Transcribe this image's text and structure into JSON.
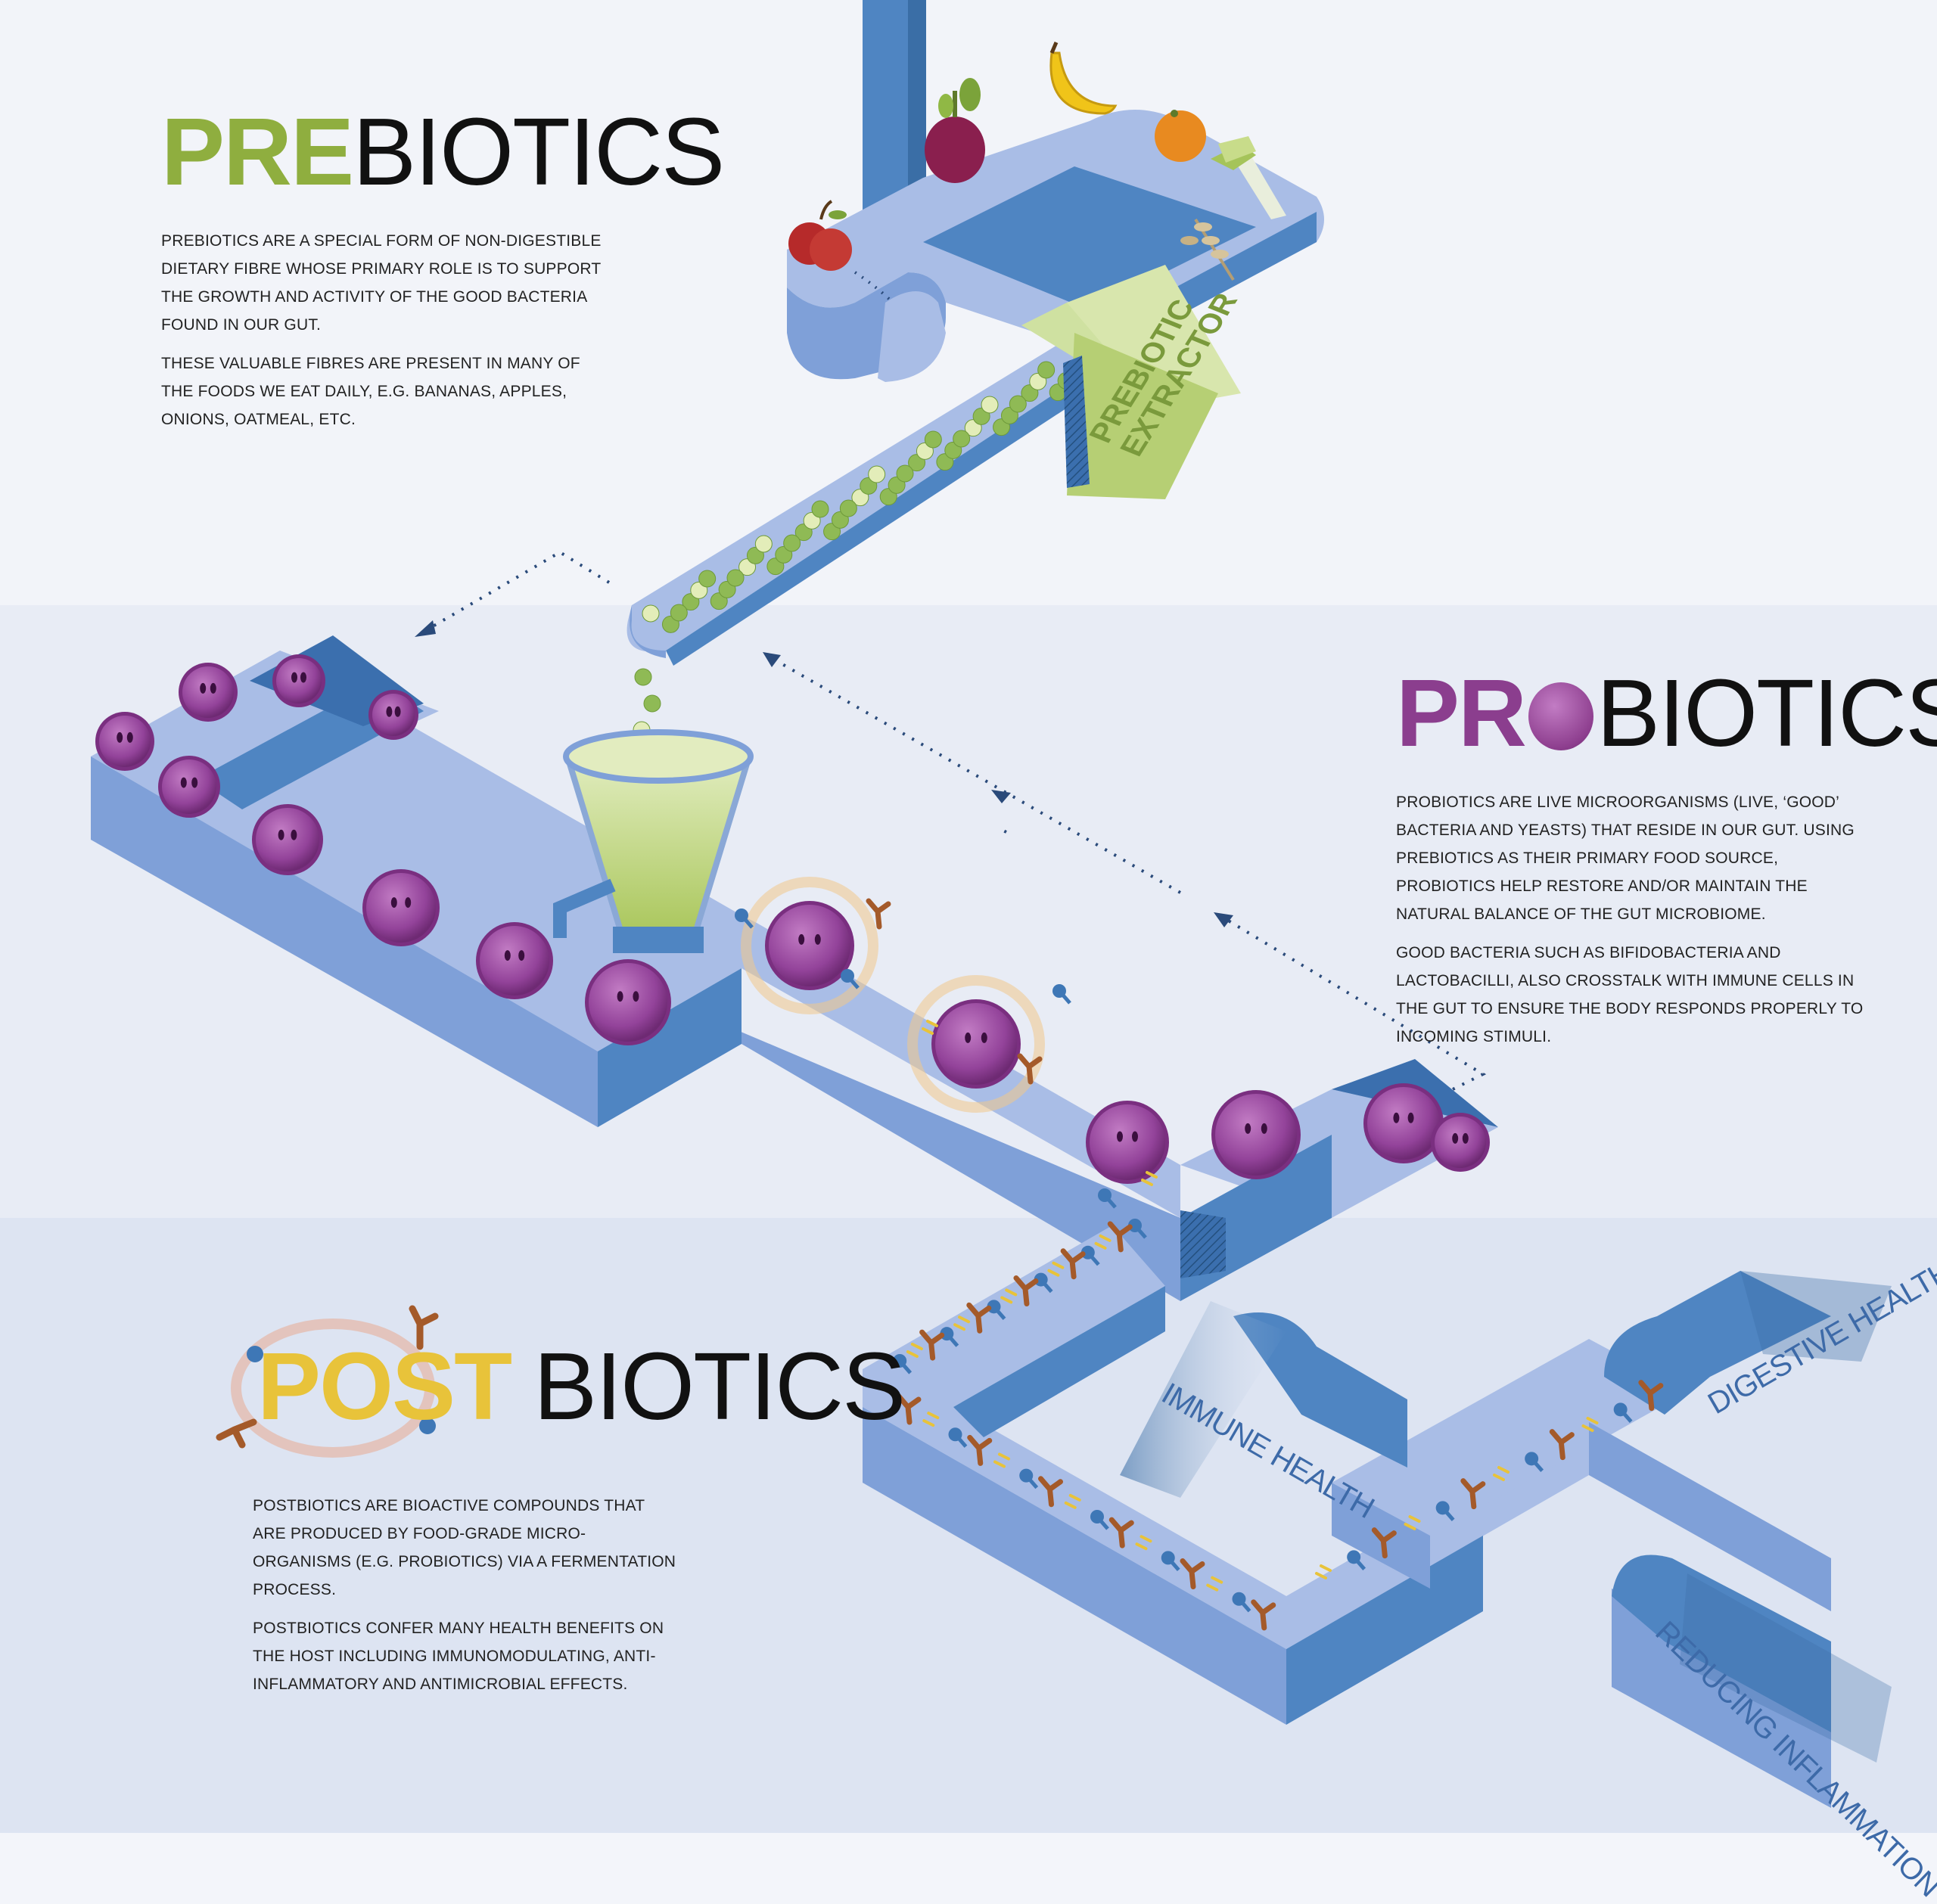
{
  "prebiotics": {
    "title_highlight": "PRE",
    "title_rest": "BIOTICS",
    "highlight_color": "#8fae3f",
    "paragraphs": [
      "PREBIOTICS ARE A SPECIAL FORM OF NON-DIGESTIBLE DIETARY FIBRE WHOSE PRIMARY ROLE IS TO SUPPORT THE GROWTH AND ACTIVITY OF THE GOOD BACTERIA FOUND IN OUR GUT.",
      "THESE VALUABLE FIBRES ARE PRESENT IN MANY OF THE FOODS WE EAT DAILY, E.G. BANANAS, APPLES, ONIONS, OATMEAL, ETC."
    ]
  },
  "probiotics": {
    "title_highlight": "PR",
    "title_rest": "BIOTICS",
    "highlight_color": "#8b3e8e",
    "paragraphs": [
      "PROBIOTICS ARE LIVE MICROORGANISMS (LIVE, ‘GOOD’ BACTERIA AND YEASTS) THAT RESIDE IN OUR GUT. USING PREBIOTICS AS THEIR PRIMARY FOOD SOURCE, PROBIOTICS HELP RESTORE AND/OR MAINTAIN THE NATURAL BALANCE OF THE GUT MICROBIOME.",
      "GOOD BACTERIA SUCH AS BIFIDOBACTERIA AND LACTOBACILLI, ALSO CROSSTALK WITH IMMUNE CELLS IN THE GUT TO ENSURE THE BODY RESPONDS PROPERLY TO INCOMING STIMULI."
    ]
  },
  "postbiotics": {
    "title_highlight": "POST",
    "title_rest": "BIOTICS",
    "highlight_color": "#e8c33a",
    "paragraphs": [
      "POSTBIOTICS ARE BIOACTIVE COMPOUNDS THAT ARE PRODUCED BY FOOD-GRADE MICRO-ORGANISMS (E.G. PROBIOTICS) VIA A FERMENTATION PROCESS.",
      "POSTBIOTICS CONFER MANY HEALTH BENEFITS ON THE HOST INCLUDING IMMUNOMODULATING, ANTI-INFLAMMATORY AND ANTIMICROBIAL EFFECTS."
    ]
  },
  "extractor": {
    "label_line1": "PREBIOTIC",
    "label_line2": "EXTRACTOR"
  },
  "outcomes": {
    "immune": "IMMUNE HEALTH",
    "digestive": "DIGESTIVE HEALTH",
    "inflammation": "REDUCING INFLAMMATION"
  },
  "colors": {
    "track_top": "#a9bde6",
    "track_side": "#4f85c2",
    "track_front": "#7fa0d8",
    "bacteria": "#8e3f8f",
    "prebiotic_dot": "#9bc26a"
  }
}
